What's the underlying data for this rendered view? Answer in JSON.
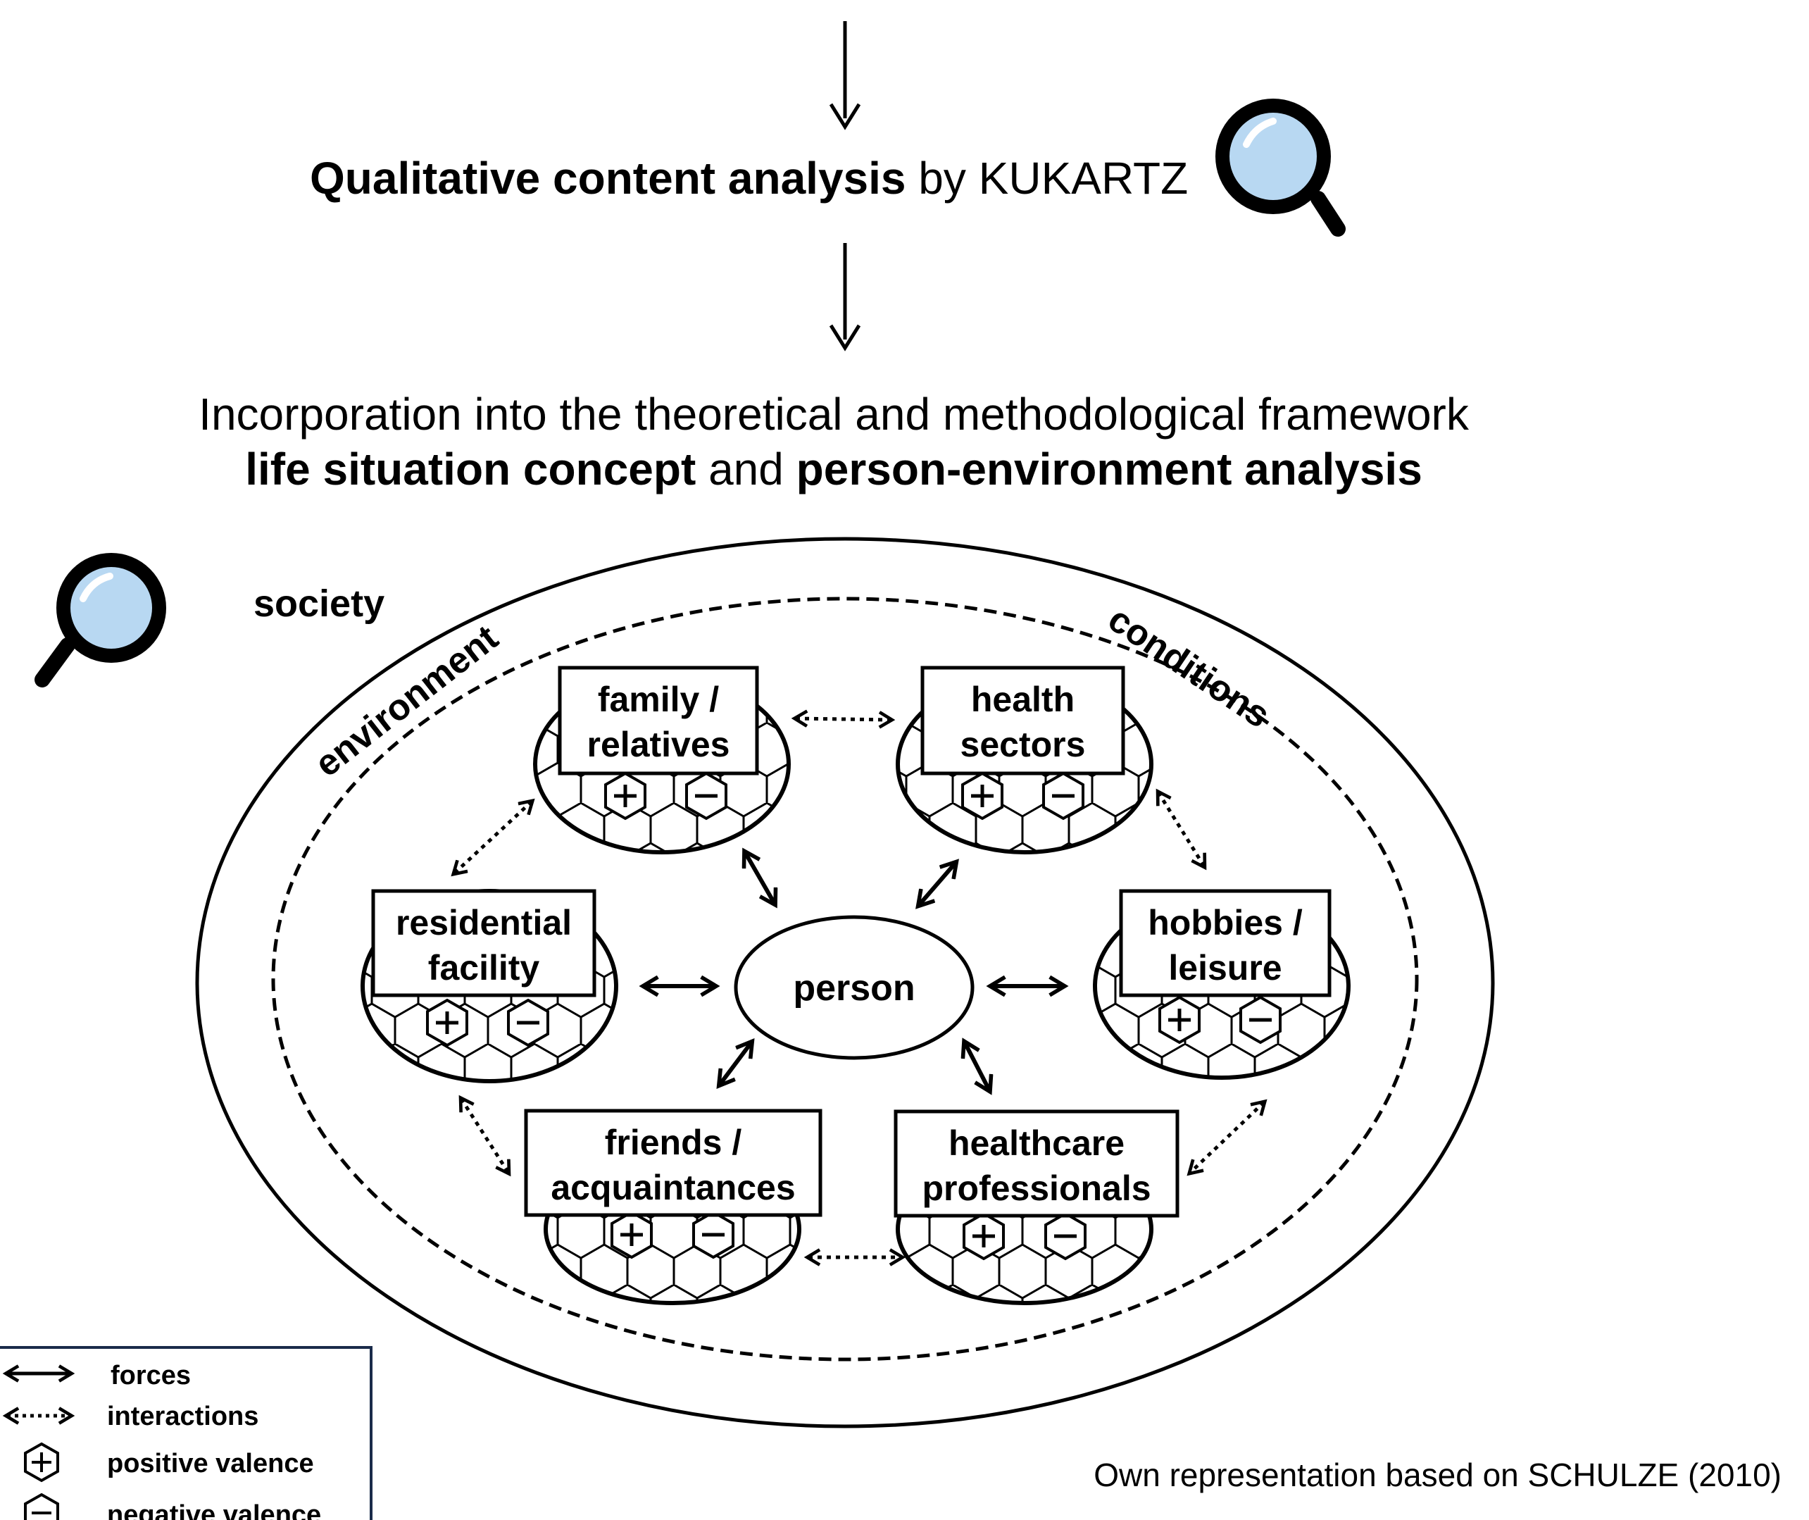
{
  "header": {
    "analysis_bold": "Qualitative content analysis",
    "analysis_rest": " by KUKARTZ",
    "framework_line1": "Incorporation into the theoretical and methodological framework",
    "framework_bold1": "life situation concept",
    "framework_and": " and ",
    "framework_bold2": "person-environment analysis"
  },
  "diagram": {
    "society_label": "society",
    "environment_label": "environment",
    "conditions_label": "conditions",
    "center": "person",
    "plus_sign": "+",
    "minus_sign": "−",
    "nodes": [
      {
        "line1": "family /",
        "line2": "relatives"
      },
      {
        "line1": "health",
        "line2": "sectors"
      },
      {
        "line1": "hobbies /",
        "line2": "leisure"
      },
      {
        "line1": "healthcare",
        "line2": "professionals"
      },
      {
        "line1": "friends /",
        "line2": "acquaintances"
      },
      {
        "line1": "residential",
        "line2": "facility"
      }
    ]
  },
  "legend": {
    "forces": "forces",
    "interactions": "interactions",
    "positive": "positive valence",
    "negative": "negative valence"
  },
  "source_note": "Own representation based on SCHULZE (2010)",
  "icons": [
    "magnifier-icon",
    "magnifier-icon"
  ],
  "colors": {
    "lens_fill": "#b8d8f2",
    "line": "#000000"
  }
}
